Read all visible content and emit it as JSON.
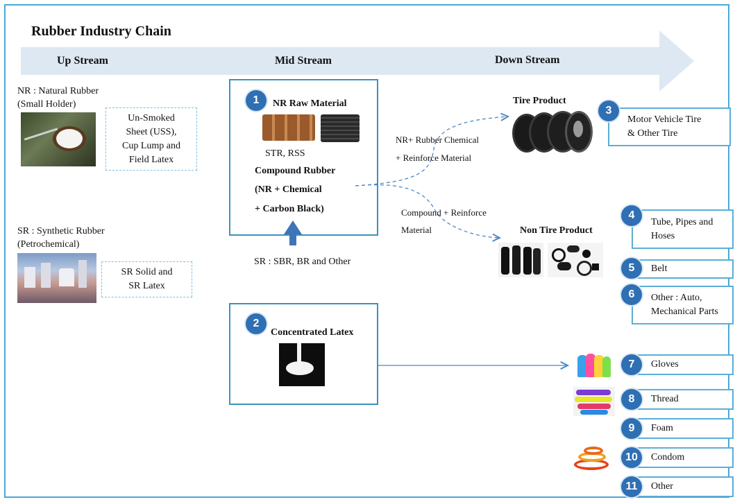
{
  "title": "Rubber Industry Chain",
  "streams": {
    "up": "Up Stream",
    "mid": "Mid Stream",
    "down": "Down Stream"
  },
  "upstream": {
    "nr_label_line1": "NR : Natural Rubber",
    "nr_label_line2": "(Small Holder)",
    "nr_box_line1": "Un-Smoked",
    "nr_box_line2": "Sheet (USS),",
    "nr_box_line3": "Cup Lump and",
    "nr_box_line4": "Field Latex",
    "sr_label_line1": "SR : Synthetic Rubber",
    "sr_label_line2": "(Petrochemical)",
    "sr_box_line1": "SR Solid and",
    "sr_box_line2": "SR Latex"
  },
  "midstream": {
    "box1_num": "1",
    "box1_title": "NR Raw Material",
    "box1_sub": "STR, RSS",
    "box1_compound1": "Compound Rubber",
    "box1_compound2": "(NR + Chemical",
    "box1_compound3": "+ Carbon Black)",
    "sr_input": "SR : SBR, BR and Other",
    "box2_num": "2",
    "box2_title": "Concentrated Latex"
  },
  "flows": {
    "tire_line1": "NR+ Rubber Chemical",
    "tire_line2": "+ Reinforce Material",
    "nontire_line1": "Compound + Reinforce",
    "nontire_line2": "Material"
  },
  "downstream": {
    "tire_title": "Tire Product",
    "nontire_title": "Non Tire Product",
    "items": [
      {
        "num": "3",
        "line1": "Motor Vehicle Tire",
        "line2": "& Other Tire"
      },
      {
        "num": "4",
        "line1": "Tube, Pipes and",
        "line2": "Hoses"
      },
      {
        "num": "5",
        "line1": "Belt",
        "line2": ""
      },
      {
        "num": "6",
        "line1": "Other : Auto,",
        "line2": "Mechanical Parts"
      },
      {
        "num": "7",
        "line1": "Gloves",
        "line2": ""
      },
      {
        "num": "8",
        "line1": "Thread",
        "line2": ""
      },
      {
        "num": "9",
        "line1": "Foam",
        "line2": ""
      },
      {
        "num": "10",
        "line1": "Condom",
        "line2": ""
      },
      {
        "num": "11",
        "line1": "Other",
        "line2": ""
      }
    ]
  },
  "colors": {
    "border": "#3a92bd",
    "circle": "#2f6fb3",
    "arrow_band": "#dde8f3",
    "flow": "#4f88c6"
  }
}
